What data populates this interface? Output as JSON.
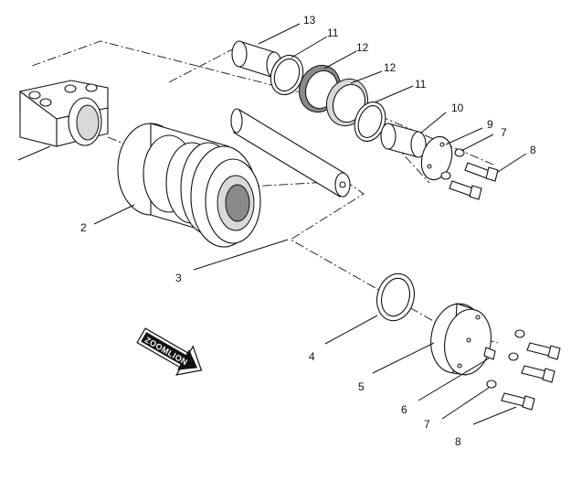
{
  "diagram": {
    "arrow_label": "ZOOMLION",
    "callouts": [
      {
        "id": "c13",
        "text": "13"
      },
      {
        "id": "c11a",
        "text": "11"
      },
      {
        "id": "c12a",
        "text": "12"
      },
      {
        "id": "c12b",
        "text": "12"
      },
      {
        "id": "c11b",
        "text": "11"
      },
      {
        "id": "c10",
        "text": "10"
      },
      {
        "id": "c9",
        "text": "9"
      },
      {
        "id": "c7a",
        "text": "7"
      },
      {
        "id": "c8a",
        "text": "8"
      },
      {
        "id": "c2",
        "text": "2"
      },
      {
        "id": "c3",
        "text": "3"
      },
      {
        "id": "c4",
        "text": "4"
      },
      {
        "id": "c5",
        "text": "5"
      },
      {
        "id": "c6",
        "text": "6"
      },
      {
        "id": "c7b",
        "text": "7"
      },
      {
        "id": "c8b",
        "text": "8"
      }
    ]
  }
}
